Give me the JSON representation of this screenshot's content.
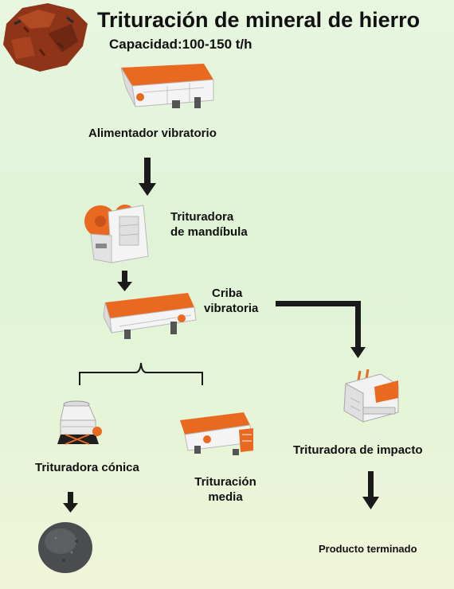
{
  "header": {
    "title": "Trituración de mineral de hierro",
    "capacity": "Capacidad:100-150 t/h"
  },
  "nodes": {
    "feeder": "Alimentador vibratorio",
    "jaw_line1": "Trituradora",
    "jaw_line2": "de mandíbula",
    "screen_line1": "Criba",
    "screen_line2": "vibratoria",
    "cone": "Trituradora cónica",
    "medium_line1": "Trituración",
    "medium_line2": "media",
    "impact": "Trituradora de impacto",
    "product": "Producto terminado"
  },
  "colors": {
    "orange": "#e8691f",
    "machine": "#f4f4f4",
    "arrow": "#1a1a1a",
    "ore": "#9a3b1e"
  },
  "icons": [
    "iron-ore-image",
    "feeder-machine",
    "jaw-crusher-machine",
    "vibrating-screen-machine",
    "cone-crusher-machine",
    "medium-crushing-machine",
    "impact-crusher-machine",
    "product-pile-image"
  ]
}
